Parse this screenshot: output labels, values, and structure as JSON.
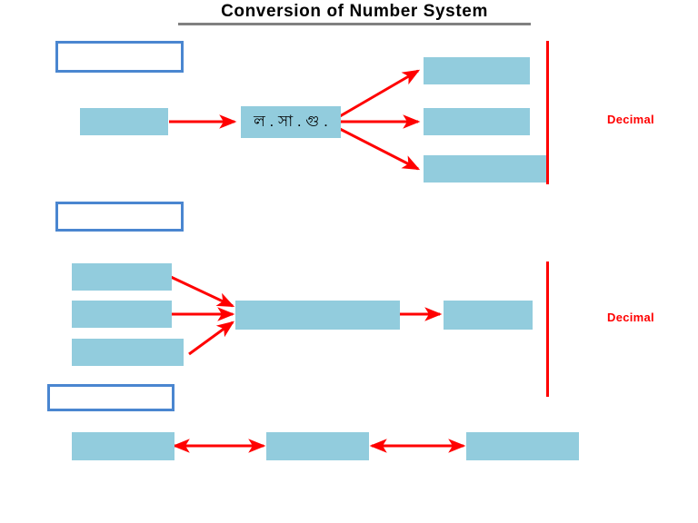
{
  "page": {
    "title": "Conversion  of  Number  System",
    "background_color": "#ffffff"
  },
  "colors": {
    "box_fill": "#92ccdd",
    "box_outline": "#4a86d0",
    "arrow": "#ff0000",
    "label": "#ff0000",
    "title_underline": "#808080",
    "title_text": "#000000"
  },
  "sections": [
    {
      "id": "section-1",
      "heading_box": {
        "label": "",
        "placeholder": ""
      },
      "source_box": {
        "label": ""
      },
      "operator_box": {
        "label": "ল . সা . গু ."
      },
      "target_boxes": [
        {
          "label": ""
        },
        {
          "label": ""
        },
        {
          "label": ""
        }
      ],
      "bracket_label": "Decimal"
    },
    {
      "id": "section-2",
      "heading_box": {
        "label": "",
        "placeholder": ""
      },
      "source_boxes": [
        {
          "label": ""
        },
        {
          "label": ""
        },
        {
          "label": ""
        }
      ],
      "merge_box": {
        "label": ""
      },
      "result_box": {
        "label": ""
      },
      "bracket_label": "Decimal"
    },
    {
      "id": "section-3",
      "heading_box": {
        "label": "",
        "placeholder": ""
      },
      "chain_boxes": [
        {
          "label": ""
        },
        {
          "label": ""
        },
        {
          "label": ""
        }
      ]
    }
  ]
}
